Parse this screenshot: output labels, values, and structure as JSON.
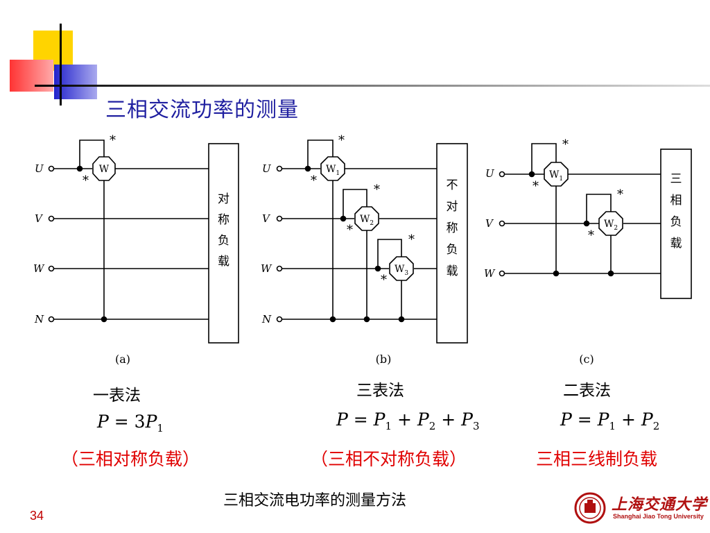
{
  "title": "三相交流功率的测量",
  "caption": "三相交流电功率的测量方法",
  "page_number": "34",
  "logo": {
    "name": "上海交通大学",
    "subtitle": "Shanghai Jiao Tong University"
  },
  "circuit_labels": {
    "lines": [
      "U",
      "V",
      "W",
      "N"
    ],
    "star": "*",
    "meter_a": "W",
    "meter_b": [
      "W1",
      "W2",
      "W3"
    ],
    "meter_c": [
      "W1",
      "W2"
    ]
  },
  "panels": [
    {
      "tag": "(a)",
      "load_text": "对称负载",
      "method": "一表法",
      "formula": "P = 3P1",
      "note": "（三相对称负载）"
    },
    {
      "tag": "(b)",
      "load_text": "不对称负载",
      "method": "三表法",
      "formula": "P = P1 + P2 + P3",
      "note": "（三相不对称负载）"
    },
    {
      "tag": "(c)",
      "load_text": "三相负载",
      "method": "二表法",
      "formula": "P = P1 + P2",
      "note": "三相三线制负载"
    }
  ]
}
